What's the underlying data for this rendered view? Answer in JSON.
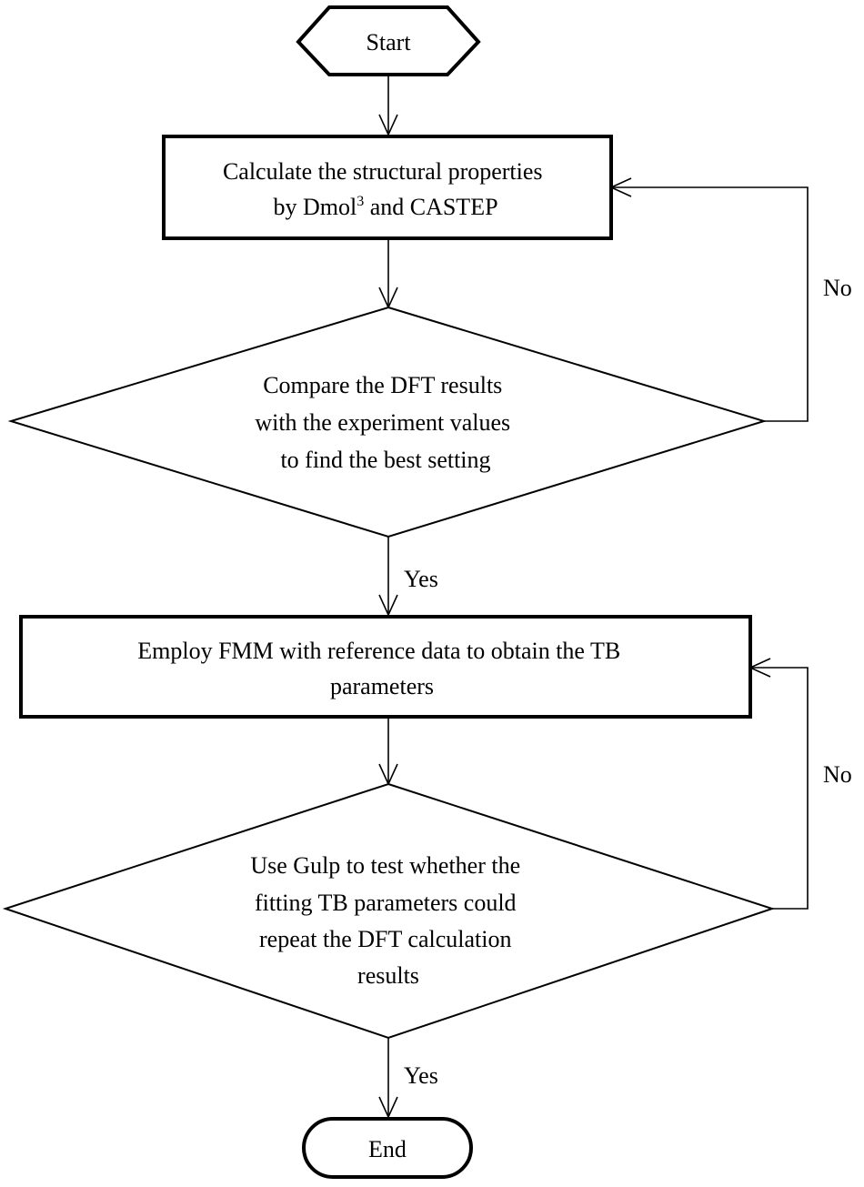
{
  "nodes": {
    "start": {
      "label": "Start"
    },
    "calc": {
      "line1": "Calculate the structural properties",
      "line2_prefix": "by Dmol",
      "line2_sup": "3",
      "line2_suffix": " and CASTEP"
    },
    "compare": {
      "lines": [
        "Compare the DFT results",
        "with the experiment values",
        "to find  the best setting"
      ]
    },
    "employ": {
      "lines": [
        "Employ FMM with reference data to obtain the TB",
        "parameters"
      ]
    },
    "gulp": {
      "lines": [
        "Use Gulp  to test whether the",
        "fitting  TB parameters could",
        "repeat the DFT calculation",
        "results"
      ]
    },
    "end": {
      "label": "End"
    }
  },
  "edge_labels": {
    "no1": "No",
    "yes1": "Yes",
    "no2": "No",
    "yes2": "Yes"
  },
  "colors": {
    "stroke": "#000000",
    "fill": "#ffffff",
    "text": "#000000"
  }
}
